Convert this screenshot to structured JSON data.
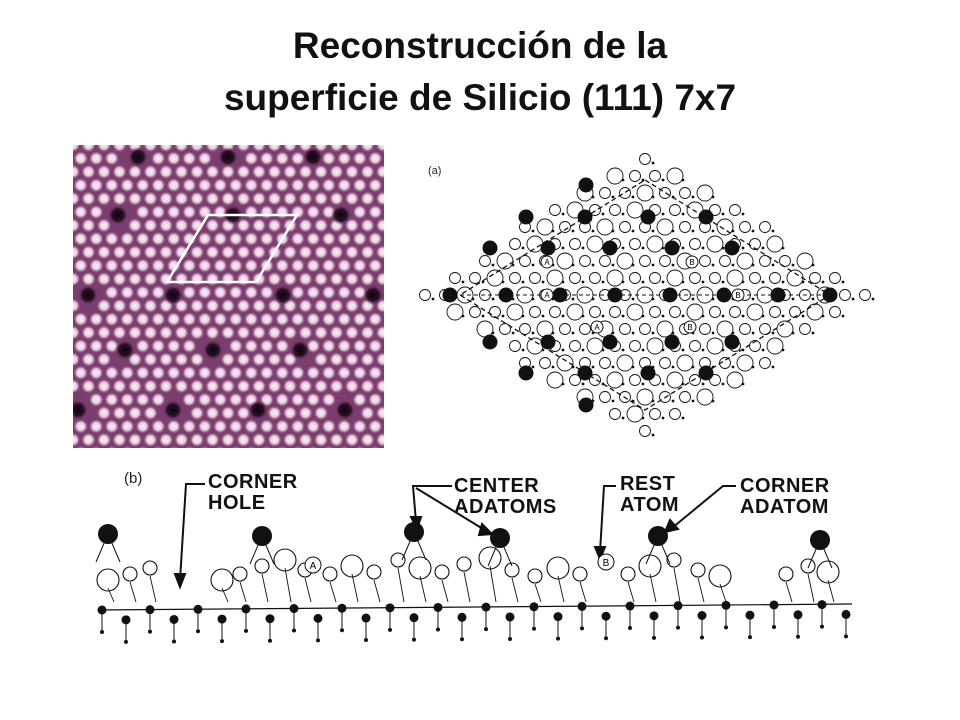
{
  "title": {
    "line1": "Reconstrucción de la",
    "line2": "superficie de Silicio (111) 7x7"
  },
  "top_view": {
    "panel_label": "(a)",
    "site_labels": [
      "A",
      "B",
      "A",
      "B",
      "A",
      "B"
    ]
  },
  "side_view": {
    "panel_label": "(b)",
    "callouts": {
      "corner_hole": "CORNER\nHOLE",
      "center_adatoms": "CENTER\nADATOMS",
      "rest_atom": "REST\nATOM",
      "corner_adatom": "CORNER\nADATOM"
    },
    "site_labels": [
      "A",
      "B"
    ]
  },
  "colors": {
    "stm_background": "#7a3d6d",
    "stm_atom": "#f4e6f0",
    "stm_hole": "#1a0a18",
    "unit_cell_outline": "#ffffff",
    "line_art": "#111111"
  }
}
